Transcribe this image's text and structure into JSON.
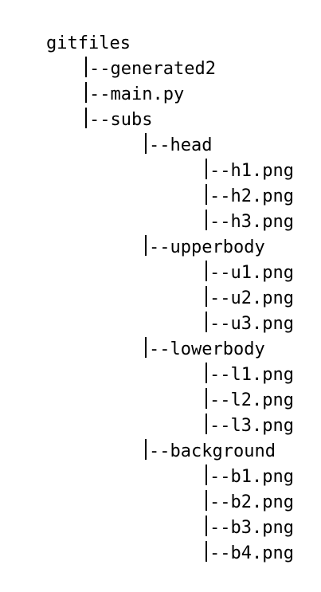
{
  "tree": {
    "root": "gitfiles",
    "items": [
      {
        "prefix": "--",
        "label": "generated2"
      },
      {
        "prefix": "--",
        "label": "main.py"
      },
      {
        "prefix": "--",
        "label": "subs"
      },
      {
        "prefix": "--",
        "label": "head"
      },
      {
        "prefix": "--",
        "label": "h1.png"
      },
      {
        "prefix": "--",
        "label": "h2.png"
      },
      {
        "prefix": "--",
        "label": "h3.png"
      },
      {
        "prefix": "--",
        "label": "upperbody"
      },
      {
        "prefix": "--",
        "label": "u1.png"
      },
      {
        "prefix": "--",
        "label": "u2.png"
      },
      {
        "prefix": "--",
        "label": "u3.png"
      },
      {
        "prefix": "--",
        "label": "lowerbody"
      },
      {
        "prefix": "--",
        "label": "l1.png"
      },
      {
        "prefix": "--",
        "label": "l2.png"
      },
      {
        "prefix": "--",
        "label": "l3.png"
      },
      {
        "prefix": "--",
        "label": "background"
      },
      {
        "prefix": "--",
        "label": "b1.png"
      },
      {
        "prefix": "--",
        "label": "b2.png"
      },
      {
        "prefix": "--",
        "label": "b3.png"
      },
      {
        "prefix": "--",
        "label": "b4.png"
      }
    ]
  }
}
